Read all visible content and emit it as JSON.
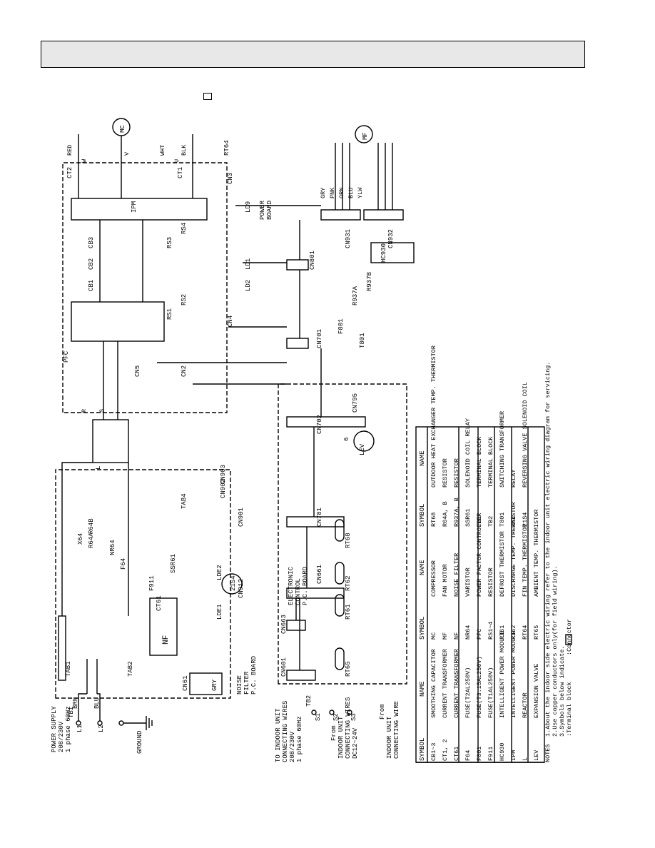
{
  "power": {
    "supply": "POWER SUPPLY",
    "voltage": "208/230V",
    "phase": "1 phase 60Hz",
    "ground": "GROUND"
  },
  "indoor": {
    "connecting": "TO INDOOR UNIT",
    "connecting2": "CONNECTING WIRES",
    "voltage": "208/230V",
    "phase": "1 phase 60Hz",
    "from1": "From",
    "from2": "INDOOR UNIT",
    "from3": "CONNECTING WIRES",
    "from4": "DC12~24V",
    "from5": "From",
    "from6": "INDOOR UNIT",
    "from7": "CONNECTING WIRE"
  },
  "boards": {
    "noise_filter": [
      "NOISE",
      "FILTER",
      "P.C. BOARD"
    ],
    "electronic": [
      "ELECTRONIC",
      "CONTROL",
      "P.C. BOARD"
    ],
    "power_board": [
      "POWER",
      "BOARD"
    ]
  },
  "labels": {
    "tb1": "TB1",
    "tb2": "TB2",
    "l1": "L1",
    "l2": "L2",
    "s1": "S1",
    "s2": "S2",
    "s3": "S3",
    "tab1": "TAB1",
    "tab2": "TAB2",
    "tab4": "TAB4",
    "nf": "NF",
    "ct61": "CT61",
    "f64": "F64",
    "f911": "F911",
    "x64": "X64",
    "nr64": "NR64",
    "r64a": "R64A",
    "r64b": "R64B",
    "ssr61": "SSR61",
    "lde1": "LDE1",
    "lde2": "LDE2",
    "l_reactor": "L",
    "pfc": "PFC",
    "ipm": "IPM",
    "ct1": "CT1",
    "ct2": "CT2",
    "cb1": "CB1",
    "cb2": "CB2",
    "cb3": "CB3",
    "rs1": "RS1",
    "rs2": "RS2",
    "rs3": "RS3",
    "rs4": "RS4",
    "ld1": "LD1",
    "ld2": "LD2",
    "ld9": "LD9",
    "mc": "MC",
    "mf": "MF",
    "rt64": "RT64",
    "lev": "LEV",
    "hc930": "HC930",
    "t801": "T801",
    "f801": "F801",
    "r937a": "R937A",
    "r937b": "R937B",
    "rt61": "RT61",
    "rt62": "RT62",
    "rt65": "RT65",
    "rt68": "RT68",
    "s21s4": "21S4"
  },
  "connectors": {
    "cn61": "CN61",
    "cn601": "CN601",
    "cn663": "CN663",
    "cn661": "CN661",
    "cn781": "CN781",
    "cn901": "CN901",
    "cn912": "CN912",
    "cn902": "CN902",
    "cn903": "CN903",
    "cn702": "CN702",
    "cn795": "CN795",
    "cn701": "CN701",
    "cn801": "CN801",
    "cn931": "CN931",
    "cn932": "CN932",
    "cn2": "CN2",
    "cn4": "CN4",
    "cn5": "CN5",
    "cn3": "CN3"
  },
  "wires": {
    "brn": "BRN",
    "blu": "BLU",
    "gry": "GRY",
    "red": "RED",
    "blk": "BLK",
    "ylw": "YLW",
    "wht": "WHT",
    "pnk": "PNK",
    "orn": "ORN",
    "r": "R",
    "s": "S",
    "u": "U",
    "v": "V",
    "w": "W",
    "six": "6"
  },
  "table_left": {
    "headers": [
      "SYMBOL",
      "NAME"
    ],
    "rows": [
      [
        "CB1~3",
        "SMOOTHING CAPACITOR"
      ],
      [
        "CT1, 2",
        "CURRENT TRANSFORMER"
      ],
      [
        "CT61",
        "CURRENT TRANSFORMER"
      ],
      [
        "F64",
        "FUSE(T2AL250V)"
      ],
      [
        "F801",
        "FUSE(T3.15AL250V)"
      ],
      [
        "F911",
        "FUSE(T1AL250V)"
      ],
      [
        "HC930",
        "INTELLIGENT POWER MODULE"
      ],
      [
        "IPM",
        "INTELLIGENT POWER MODULE"
      ],
      [
        "L",
        "REACTOR"
      ],
      [
        "LEV",
        "EXPANSION VALVE"
      ]
    ]
  },
  "table_mid": {
    "headers": [
      "SYMBOL",
      "NAME"
    ],
    "rows": [
      [
        "MC",
        "COMPRESSOR"
      ],
      [
        "MF",
        "FAN MOTOR"
      ],
      [
        "NF",
        "NOISE FILTER"
      ],
      [
        "NR64",
        "VARISTOR"
      ],
      [
        "PFC",
        "POWER FACTOR CONTROLLER"
      ],
      [
        "RS1~4",
        "RESISTOR"
      ],
      [
        "RT61",
        "DEFROST THERMISTOR"
      ],
      [
        "RT62",
        "DISCHARGE TEMP. THERMISTOR"
      ],
      [
        "RT64",
        "FIN TEMP. THERMISTOR"
      ],
      [
        "RT65",
        "AMBIENT TEMP. THERMISTOR"
      ]
    ]
  },
  "table_right": {
    "headers": [
      "SYMBOL",
      "NAME"
    ],
    "rows": [
      [
        "RT68",
        "OUTDOOR HEAT EXCHANGER TEMP. THERMISTOR"
      ],
      [
        "R64A, B",
        "RESISTOR"
      ],
      [
        "R937A, B",
        "RESISTOR"
      ],
      [
        "SSR61",
        "SOLENOID COIL RELAY"
      ],
      [
        "TB1",
        "TERMINAL BLOCK"
      ],
      [
        "TB2",
        "TERMINAL BLOCK"
      ],
      [
        "T801",
        "SWITCHING TRANSFORMER"
      ],
      [
        "X64",
        "RELAY"
      ],
      [
        "21S4",
        "REVERSING VALVE SOLENOID COIL"
      ]
    ]
  },
  "notes": {
    "title": "NOTES",
    "n1": "1.About the indoor side electric wiring refer to the indoor unit electric wiring diagram for servicing.",
    "n2": "2.Use copper conductors only(for field wiring).",
    "n3": "3.Symbols below indicate.",
    "n4": ":Terminal block",
    "n5": ":Connector"
  }
}
